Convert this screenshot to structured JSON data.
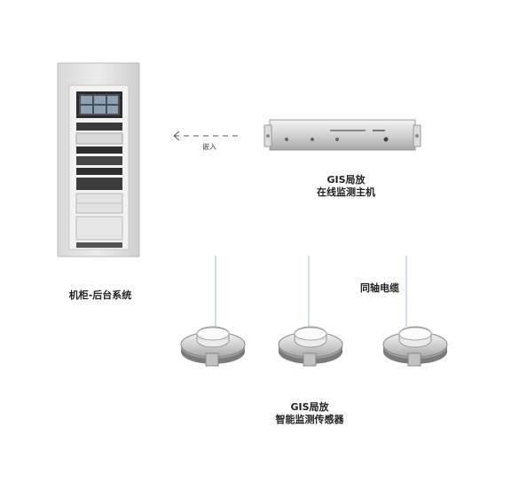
{
  "cabinet": {
    "label": "机柜-后台系统"
  },
  "host": {
    "label_line1": "GIS局放",
    "label_line2": "在线监测主机"
  },
  "arrow": {
    "label": "嵌入"
  },
  "cable": {
    "label": "同轴电缆"
  },
  "sensors": {
    "label_line1": "GIS局放",
    "label_line2": "智能监测传感器",
    "count": 3
  },
  "colors": {
    "cabinet_body": "#e6e6e6",
    "cable": "#bcd4ee",
    "text": "#222222",
    "sensor_metal": "#cfcfcf"
  }
}
